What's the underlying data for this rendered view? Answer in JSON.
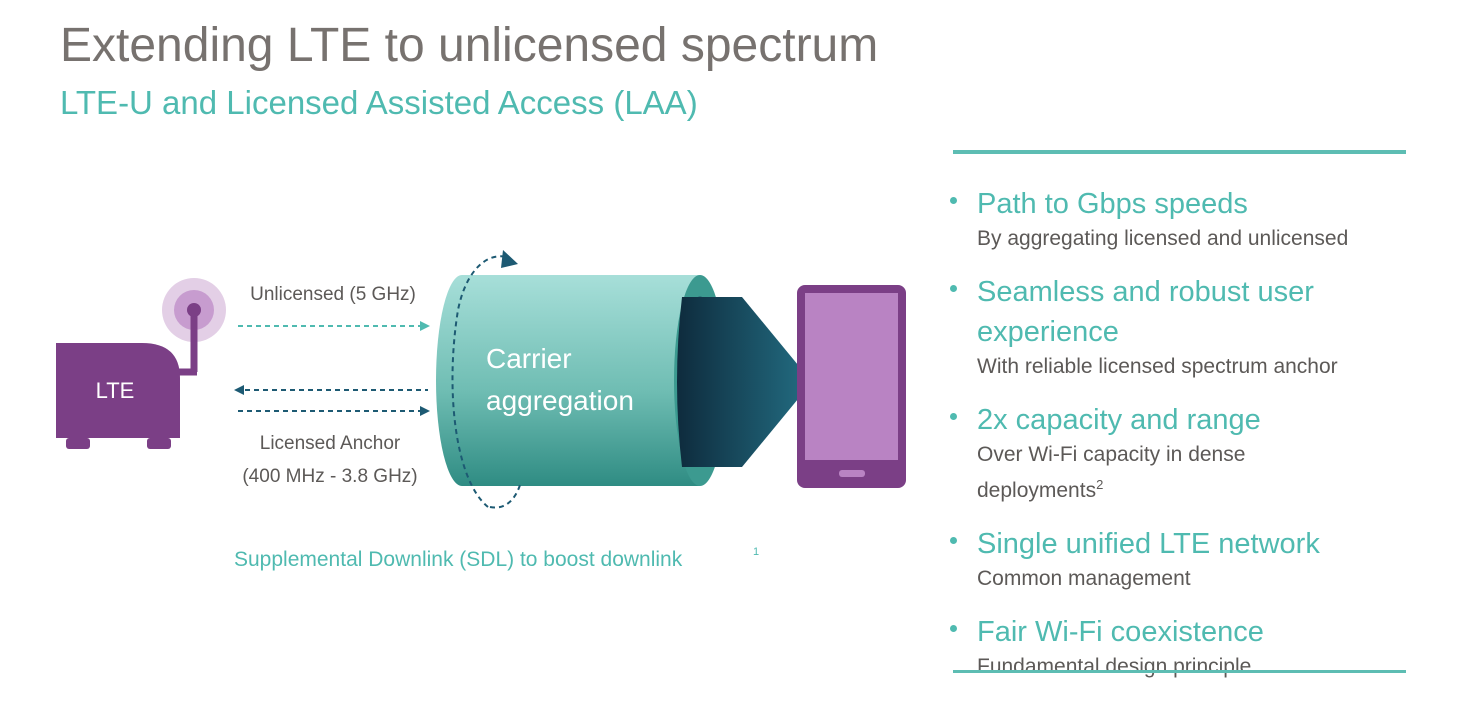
{
  "title": "Extending LTE to unlicensed spectrum",
  "subtitle": "LTE-U and Licensed Assisted Access (LAA)",
  "diagram": {
    "base_station_label": "LTE",
    "unlicensed_label": "Unlicensed (5 GHz)",
    "licensed_label_line1": "Licensed Anchor",
    "licensed_label_line2": "(400 MHz - 3.8 GHz)",
    "carrier_line1": "Carrier",
    "carrier_line2": "aggregation",
    "sdl_caption": "Supplemental Downlink (SDL) to boost downlink",
    "sdl_footnote": "1"
  },
  "bullets": [
    {
      "title": "Path to Gbps speeds",
      "sub": "By aggregating licensed and unlicensed"
    },
    {
      "title": "Seamless and robust user experience",
      "sub": "With reliable licensed spectrum anchor"
    },
    {
      "title": "2x capacity and range",
      "sub": "Over Wi-Fi capacity in dense deployments",
      "footnote": "2"
    },
    {
      "title": "Single unified LTE network",
      "sub": "Common management"
    },
    {
      "title": "Fair Wi-Fi coexistence",
      "sub": "Fundamental design principle"
    }
  ],
  "colors": {
    "teal": "#4fbab0",
    "purple": "#7b3f86",
    "dark_teal": "#1d5a73",
    "title_gray": "#77726f"
  },
  "icons": [
    "antenna-icon",
    "lte-base-station-icon",
    "smartphone-icon",
    "cylinder-icon",
    "arrow-icon"
  ]
}
